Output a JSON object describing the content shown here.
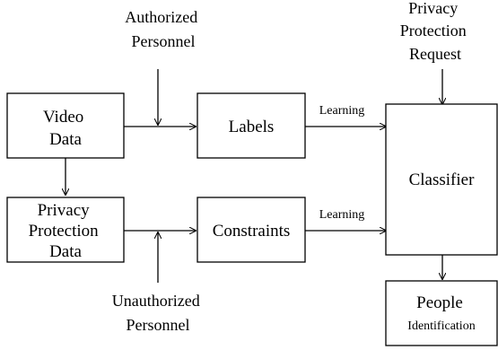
{
  "diagram": {
    "nodes": {
      "video_data": {
        "lines": [
          "Video",
          "Data"
        ]
      },
      "privacy_protection_data": {
        "lines": [
          "Privacy",
          "Protection",
          "Data"
        ]
      },
      "labels": {
        "lines": [
          "Labels"
        ]
      },
      "constraints": {
        "lines": [
          "Constraints"
        ]
      },
      "classifier": {
        "lines": [
          "Classifier"
        ]
      },
      "people_identification": {
        "lines": [
          "People",
          "Identification"
        ]
      }
    },
    "annotations": {
      "authorized_personnel": {
        "lines": [
          "Authorized",
          "Personnel"
        ]
      },
      "unauthorized_personnel": {
        "lines": [
          "Unauthorized",
          "Personnel"
        ]
      },
      "privacy_protection_request": {
        "lines": [
          "Privacy",
          "Protection",
          "Request"
        ]
      }
    },
    "edge_labels": {
      "learning_top": "Learning",
      "learning_bottom": "Learning"
    },
    "colors": {
      "stroke": "#000000",
      "background": "#ffffff"
    }
  }
}
